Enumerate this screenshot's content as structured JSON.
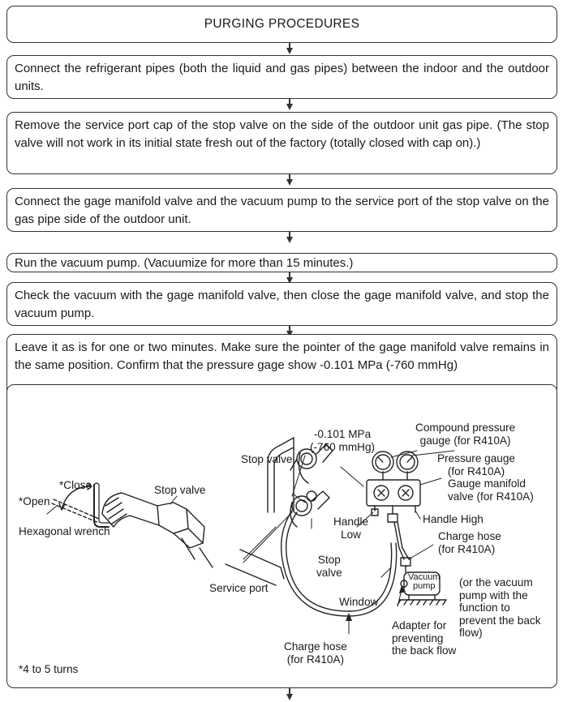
{
  "title": "PURGING PROCEDURES",
  "steps": [
    "Connect the refrigerant pipes (both the liquid and gas pipes) between the indoor and the outdoor units.",
    "Remove the service port cap of the stop valve on the side of the outdoor unit gas pipe. (The stop valve will not work in its initial state fresh out of the factory (totally closed with cap on).)",
    "Connect the gage manifold valve and the vacuum pump to the service port of the stop valve on the gas pipe side of the outdoor unit.",
    "Run the vacuum pump. (Vacuumize for more than 15 minutes.)",
    "Check the vacuum with the gage manifold valve, then close the gage manifold valve, and stop the vacuum pump.",
    "Leave it as is for one or two minutes. Make sure the pointer of the gage manifold valve remains in the same position. Confirm that the pressure gage show -0.101 MPa (-760 mmHg)"
  ],
  "figure": {
    "close": "*Close",
    "open": "*Open",
    "stop_valve_left": "Stop valve",
    "hex_wrench": "Hexagonal wrench",
    "turns": "*4 to 5 turns",
    "stop_valve_top": "Stop valve",
    "pressure_reading": "-0.101 MPa\n(-760 mmHg)",
    "compound_gauge": "Compound pressure\ngauge (for R410A)",
    "pressure_gauge": "Pressure gauge\n(for R410A)",
    "gauge_manifold": "Gauge manifold\nvalve (for R410A)",
    "handle_low": "Handle\nLow",
    "handle_high": "Handle High",
    "charge_hose_right": "Charge hose\n(for R410A)",
    "stop_valve_bottom": "Stop\nvalve",
    "service_port": "Service port",
    "vacuum_pump": "Vacuum\npump",
    "pump_note": "(or the vacuum\npump with the\nfunction to\nprevent the back\nflow)",
    "window": "Window",
    "adapter": "Adapter for\npreventing\nthe back flow",
    "charge_hose_bottom": "Charge hose\n(for R410A)"
  }
}
